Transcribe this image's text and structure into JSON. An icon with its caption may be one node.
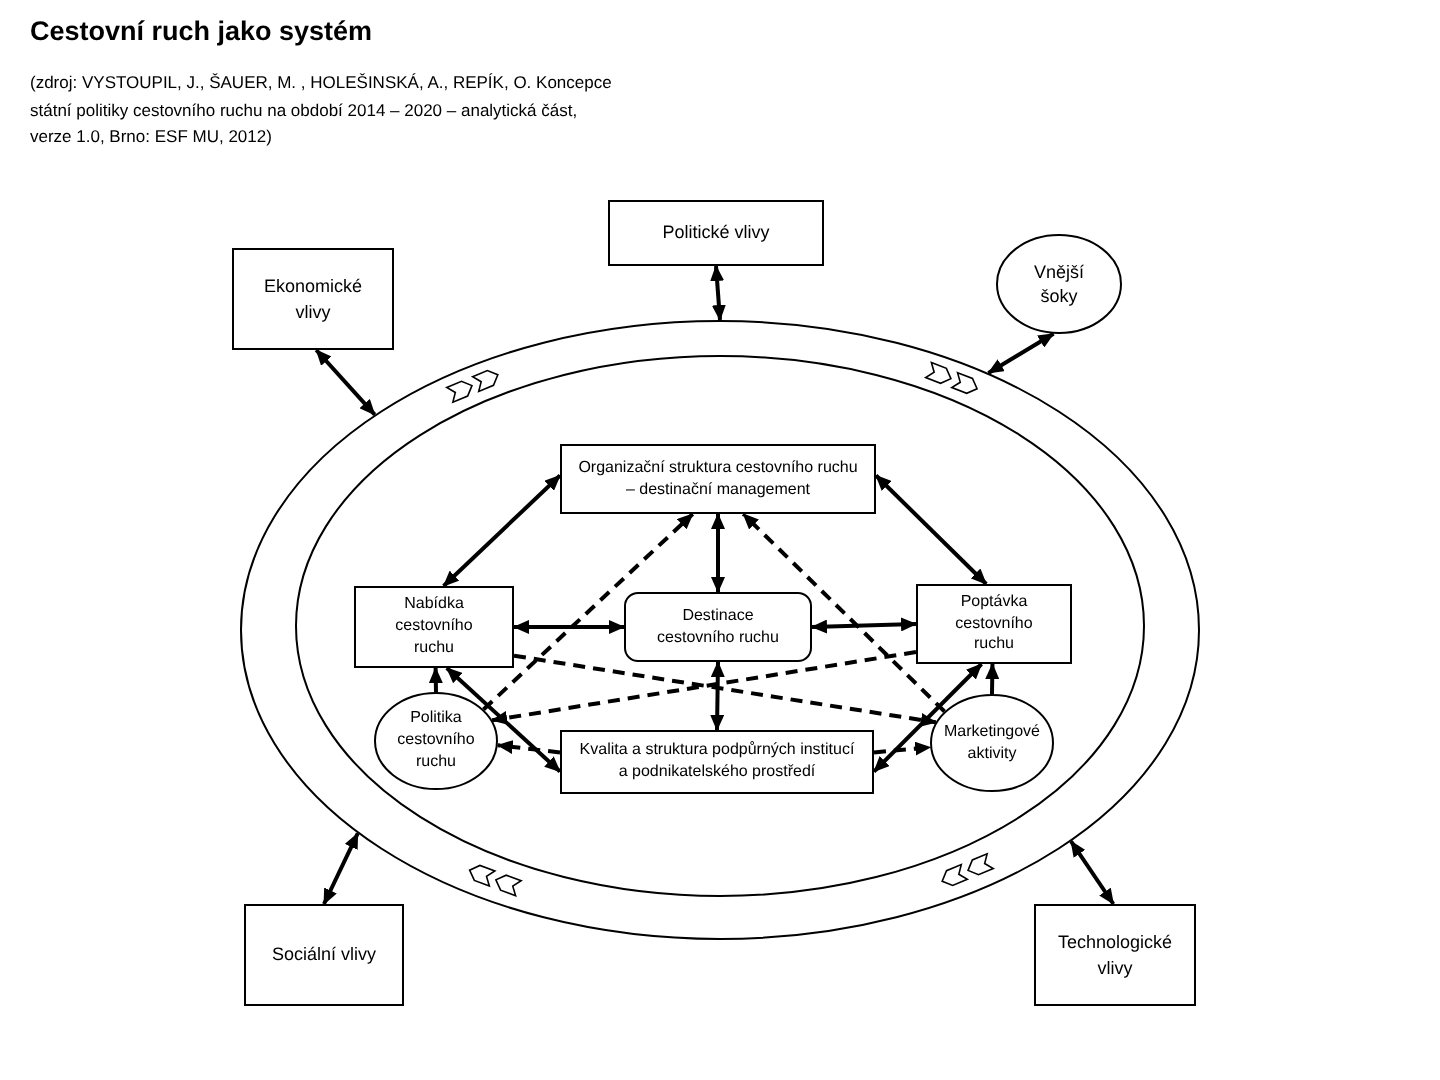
{
  "diagram": {
    "title": "Cestovní ruch jako systém",
    "nodes": [
      {
        "text": [
          "Politické vlivy"
        ]
      },
      {
        "text": [
          "Ekonomické vlivy"
        ]
      },
      {
        "text": [
          "Vnější šoky"
        ]
      },
      {
        "text": [],
        "shape": "ring"
      },
      {
        "text": [
          "Organizační struktura cestovního ruchu – destinační management"
        ],
        "in": 3
      },
      {
        "text": [
          "Nabídka cestovního ruchu"
        ],
        "in": 3
      },
      {
        "text": [
          "Destinace cestovního ruchu"
        ],
        "in": 3
      },
      {
        "text": [
          "Poptávka cestovního ruchu"
        ],
        "in": 3
      },
      {
        "text": [
          "Politika cestovního ruchu"
        ],
        "in": 3
      },
      {
        "text": [
          "Kvalita a struktura podpůrných institucí a podnikatelského prostředí"
        ],
        "in": 3
      },
      {
        "text": [
          "Marketingové aktivity"
        ],
        "in": 3
      },
      {
        "text": [
          "Sociální vlivy"
        ]
      },
      {
        "text": [
          "Technologické vlivy"
        ]
      }
    ],
    "edges": [
      {
        "from": 0,
        "to": 3,
        "arrow": "both"
      },
      {
        "from": 1,
        "to": 3,
        "arrow": "both"
      },
      {
        "from": 2,
        "to": 3,
        "arrow": "both"
      },
      {
        "from": 4,
        "to": 5,
        "arrow": "both"
      },
      {
        "from": 4,
        "to": 7,
        "arrow": "both"
      },
      {
        "from": 4,
        "to": 6,
        "arrow": "both"
      },
      {
        "from": 5,
        "to": 6,
        "arrow": "both"
      },
      {
        "from": 6,
        "to": 7,
        "arrow": "both"
      },
      {
        "from": 6,
        "to": 9,
        "arrow": "both"
      },
      {
        "from": 5,
        "to": 9,
        "arrow": "both"
      },
      {
        "from": 7,
        "to": 9,
        "arrow": "both"
      },
      {
        "from": 8,
        "to": 5,
        "arrow": "to"
      },
      {
        "from": 10,
        "to": 7,
        "arrow": "to"
      },
      {
        "from": 8,
        "to": 4,
        "arrow": "to",
        "style": "dashed"
      },
      {
        "from": 10,
        "to": 4,
        "arrow": "to",
        "style": "dashed"
      },
      {
        "from": 5,
        "to": 10,
        "arrow": "to",
        "style": "dashed"
      },
      {
        "from": 7,
        "to": 8,
        "arrow": "to",
        "style": "dashed"
      },
      {
        "from": 9,
        "to": 8,
        "arrow": "to",
        "style": "dashed"
      },
      {
        "from": 9,
        "to": 10,
        "arrow": "to",
        "style": "dashed"
      },
      {
        "from": 11,
        "to": 3,
        "arrow": "both"
      },
      {
        "from": 12,
        "to": 3,
        "arrow": "both"
      }
    ],
    "labels": [
      "(zdroj: VYSTOUPIL, J., ŠAUER, M. , HOLEŠINSKÁ, A., REPÍK, O. Koncepce státní politiky cestovního ruchu na období 2014 – 2020 – analytická část, verze 1.0, Brno: ESF MU, 2012)"
    ]
  }
}
